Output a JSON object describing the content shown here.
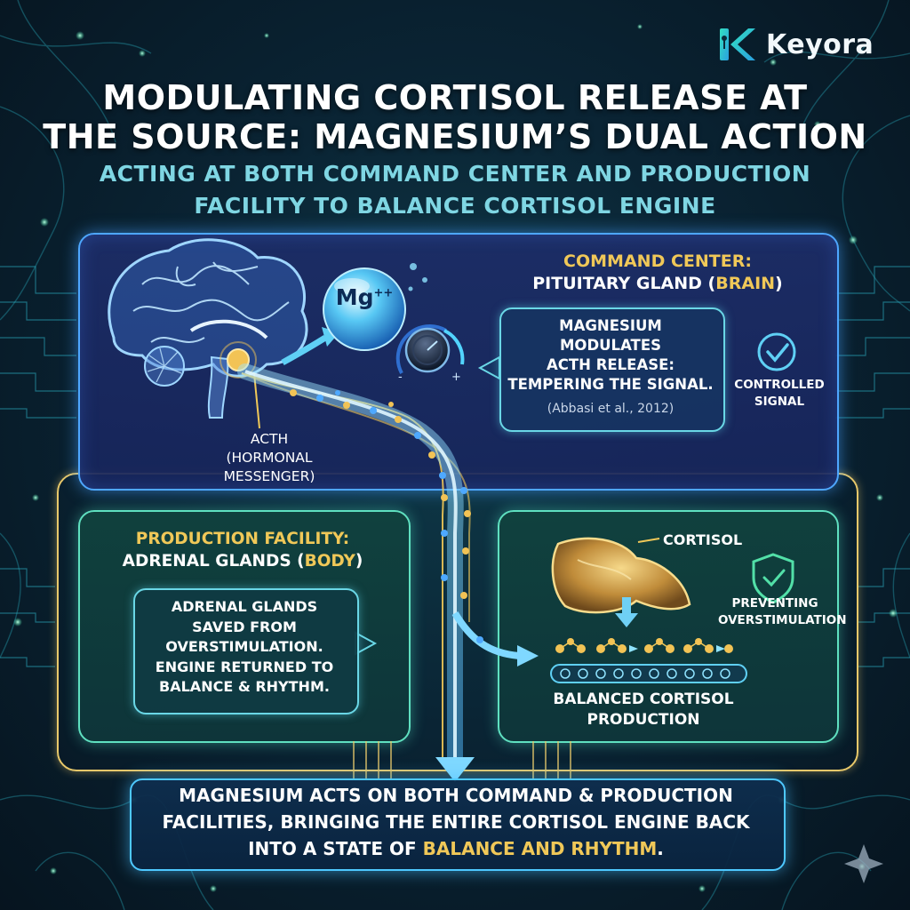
{
  "logo": {
    "mark": "K",
    "name": "Keyora"
  },
  "title": {
    "line1": "MODULATING CORTISOL RELEASE AT",
    "line2": "THE SOURCE: MAGNESIUM’S DUAL ACTION"
  },
  "subtitle": {
    "line1": "ACTING AT BOTH COMMAND CENTER AND PRODUCTION",
    "line2": "FACILITY TO BALANCE CORTISOL ENGINE"
  },
  "command_center": {
    "heading_gold": "COMMAND CENTER:",
    "subheading_part1": "PITUITARY GLAND (",
    "subheading_gold": "BRAIN",
    "subheading_part2": ")",
    "mg_label": "Mg",
    "mg_sup": "++",
    "bubble_lines": [
      "MAGNESIUM",
      "MODULATES",
      "ACTH RELEASE:",
      "TEMPERING THE SIGNAL."
    ],
    "citation": "(Abbasi et al., 2012)",
    "controlled_lines": [
      "CONTROLLED",
      "SIGNAL"
    ],
    "acth_lines": [
      "ACTH",
      "(HORMONAL MESSENGER)"
    ],
    "dial_minus": "-",
    "dial_plus": "+"
  },
  "production_facility": {
    "heading_gold": "PRODUCTION FACILITY:",
    "subheading_part1": "ADRENAL GLANDS (",
    "subheading_gold": "BODY",
    "subheading_part2": ")",
    "bubble_lines": [
      "ADRENAL GLANDS",
      "SAVED FROM",
      "OVERSTIMULATION.",
      "ENGINE RETURNED TO",
      "BALANCE & RHYTHM."
    ]
  },
  "cortisol_panel": {
    "cortisol_label": "CORTISOL",
    "prevent_lines": [
      "PREVENTING",
      "OVERSTIMULATION"
    ],
    "balanced_lines": [
      "BALANCED CORTISOL",
      "PRODUCTION"
    ]
  },
  "bottom": {
    "line1": "MAGNESIUM ACTS ON BOTH COMMAND & PRODUCTION",
    "line2": "FACILITIES, BRINGING THE ENTIRE CORTISOL ENGINE BACK",
    "line3_part1": "INTO A STATE OF ",
    "line3_gold": "BALANCE AND RHYTHM",
    "line3_part2": "."
  },
  "colors": {
    "gold": "#f0c858",
    "cyan": "#6ad7e6",
    "blue_panel": "#1d2d68",
    "teal_panel": "#104a44"
  }
}
